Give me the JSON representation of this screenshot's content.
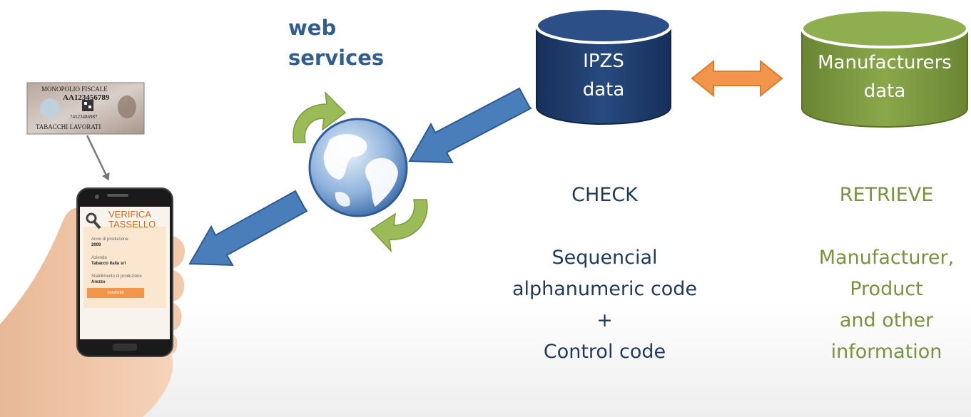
{
  "web_services": {
    "line1": "web",
    "line2": "services"
  },
  "ipzs_db": {
    "line1": "IPZS",
    "line2": "data",
    "color": "#1f3864"
  },
  "manufacturers_db": {
    "line1": "Manufacturers",
    "line2": "data",
    "color": "#77933c"
  },
  "check": {
    "title": "CHECK",
    "line1": "Sequencial",
    "line2": "alphanumeric code",
    "line3": "+",
    "line4": "Control code"
  },
  "retrieve": {
    "title": "RETRIEVE",
    "line1": "Manufacturer,",
    "line2": "Product",
    "line3": "and other",
    "line4": "information"
  },
  "stamp": {
    "top": "MONOPOLIO FISCALE",
    "code": "AA123456789",
    "number": "74523486987",
    "bottom": "TABACCHI LAVORATI"
  },
  "phone": {
    "title1": "VERIFICA",
    "title2": "TASSELLO",
    "field1_label": "Anno di produzione",
    "field1_value": "2009",
    "field2_label": "Azienda",
    "field2_value": "Tabacco Italia srl",
    "field3_label": "Stabilimento di produzione",
    "field3_value": "Arezzo",
    "share_label": "condividi"
  },
  "colors": {
    "arrow_blue": "#4a7ebb",
    "arrow_orange": "#f0954a",
    "cycle_green": "#9bbb59",
    "check_text": "#1f3a5c",
    "retrieve_text": "#77933c"
  }
}
